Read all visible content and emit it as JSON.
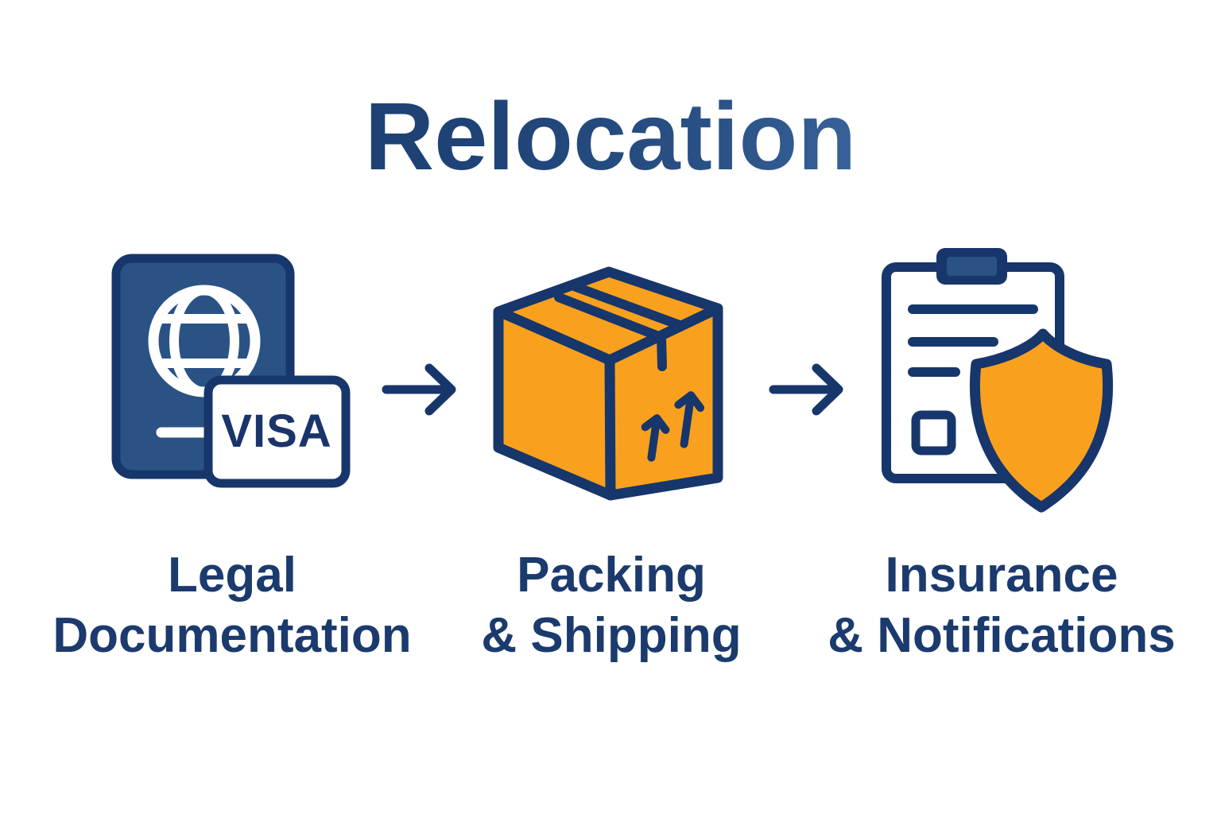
{
  "title": {
    "text": "Relocation"
  },
  "steps": [
    {
      "id": "legal-documentation",
      "icon": "passport-visa-icon",
      "visa_text": "VISA",
      "label_line1": "Legal",
      "label_line2": "Documentation"
    },
    {
      "id": "packing-shipping",
      "icon": "package-box-icon",
      "label_line1": "Packing",
      "label_line2": "& Shipping"
    },
    {
      "id": "insurance-notifications",
      "icon": "clipboard-shield-icon",
      "label_line1": "Insurance",
      "label_line2": "& Notifications"
    }
  ],
  "arrows": [
    {
      "icon": "right-arrow-icon"
    },
    {
      "icon": "right-arrow-icon"
    }
  ],
  "colors": {
    "background": "#FFFFFF",
    "navy_outline": "#17366B",
    "medium_blue": "#2B5284",
    "orange": "#F9A11E",
    "label_text": "#1B3A6D",
    "title_gradient_start": "#1E4072",
    "title_gradient_end": "#4A77AE"
  }
}
